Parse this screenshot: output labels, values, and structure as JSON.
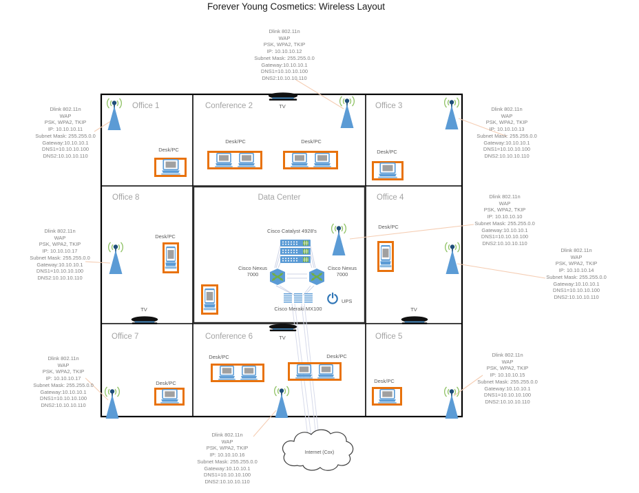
{
  "title": "Forever Young Cosmetics: Wireless Layout",
  "labels": {
    "desk_pc": "Desk/PC",
    "tv": "TV"
  },
  "rooms": [
    {
      "id": "office-1",
      "label": "Office 1"
    },
    {
      "id": "conference-2",
      "label": "Conference 2"
    },
    {
      "id": "office-3",
      "label": "Office 3"
    },
    {
      "id": "office-8",
      "label": "Office 8"
    },
    {
      "id": "data-center",
      "label": "Data Center"
    },
    {
      "id": "office-4",
      "label": "Office 4"
    },
    {
      "id": "office-7",
      "label": "Office 7"
    },
    {
      "id": "conference-6",
      "label": "Conference 6"
    },
    {
      "id": "office-5",
      "label": "Office 5"
    }
  ],
  "datacenter": {
    "catalyst_label": "Cisco Catalyst 4928's",
    "nexus_left": [
      "Cisco Nexus",
      "7000"
    ],
    "nexus_right": [
      "Cisco Nexus",
      "7000"
    ],
    "meraki_label": "Cisco Meraki MX100",
    "ups_label": "UPS"
  },
  "internet": {
    "label": "Internet (Cox)"
  },
  "waps": [
    {
      "room": "conference-2",
      "lines": [
        "Dlink 802.11n",
        "WAP",
        "PSK, WPA2, TKIP",
        "IP: 10.10.10.12",
        "Subnet Mask: 255.255.0.0",
        "Gateway:10.10.10.1",
        "DNS1=10.10.10.100",
        "DNS2:10.10.10.110"
      ]
    },
    {
      "room": "office-1",
      "lines": [
        "Dlink 802.11n",
        "WAP",
        "PSK, WPA2, TKIP",
        "IP: 10.10.10.11",
        "Subnet Mask: 255.255.0.0",
        "Gateway:10.10.10.1",
        "DNS1=10.10.10.100",
        "DNS2:10.10.10.110"
      ]
    },
    {
      "room": "office-3",
      "lines": [
        "Dlink 802.11n",
        "WAP",
        "PSK, WPA2, TKIP",
        "IP: 10.10.10.13",
        "Subnet Mask: 255.255.0.0",
        "Gateway:10.10.10.1",
        "DNS1=10.10.10.100",
        "DNS2:10.10.10.110"
      ]
    },
    {
      "room": "data-center",
      "lines": [
        "Dlink 802.11n",
        "WAP",
        "PSK, WPA2, TKIP",
        "IP: 10.10.10.10",
        "Subnet Mask: 255.255.0.0",
        "Gateway:10.10.10.1",
        "DNS1=10.10.10.100",
        "DNS2:10.10.10.110"
      ]
    },
    {
      "room": "office-4",
      "lines": [
        "Dlink 802.11n",
        "WAP",
        "PSK, WPA2, TKIP",
        "IP: 10.10.10.14",
        "Subnet Mask: 255.255.0.0",
        "Gateway:10.10.10.1",
        "DNS1=10.10.10.100",
        "DNS2:10.10.10.110"
      ]
    },
    {
      "room": "office-8",
      "lines": [
        "Dlink 802.11n",
        "WAP",
        "PSK, WPA2, TKIP",
        "IP: 10.10.10.17",
        "Subnet Mask: 255.255.0.0",
        "Gateway:10.10.10.1",
        "DNS1=10.10.10.100",
        "DNS2:10.10.10.110"
      ]
    },
    {
      "room": "office-7",
      "lines": [
        "Dlink 802.11n",
        "WAP",
        "PSK, WPA2, TKIP",
        "IP: 10.10.10.17",
        "Subnet Mask: 255.255.0.0",
        "Gateway:10.10.10.1",
        "DNS1=10.10.10.100",
        "DNS2:10.10.10.110"
      ]
    },
    {
      "room": "conference-6",
      "lines": [
        "Dlink 802.11n",
        "WAP",
        "PSK, WPA2, TKIP",
        "IP: 10.10.10.16",
        "Subnet Mask: 255.255.0.0",
        "Gateway:10.10.10.1",
        "DNS1=10.10.10.100",
        "DNS2:10.10.10.110"
      ]
    },
    {
      "room": "office-5",
      "lines": [
        "Dlink 802.11n",
        "WAP",
        "PSK, WPA2, TKIP",
        "IP: 10.10.10.15",
        "Subnet Mask: 255.255.0.0",
        "Gateway:10.10.10.1",
        "DNS1=10.10.10.100",
        "DNS2:10.10.10.110"
      ]
    }
  ],
  "colors": {
    "device_blue": "#5B9BD5",
    "dark_blue": "#1F4E79",
    "accent_orange": "#E8720C",
    "signal_green": "#70AD47",
    "annotation_line": "#F5CDB3",
    "connection_line": "#CDD3E6"
  }
}
